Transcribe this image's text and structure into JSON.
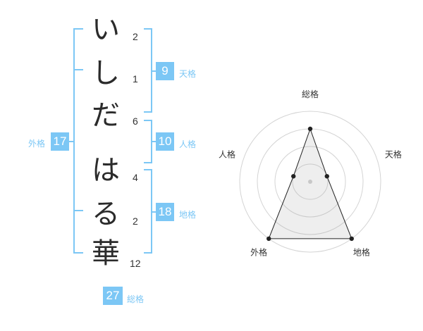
{
  "name_chars": [
    {
      "char": "い",
      "strokes": "2"
    },
    {
      "char": "し",
      "strokes": "1"
    },
    {
      "char": "だ",
      "strokes": "6"
    },
    {
      "char": "は",
      "strokes": "4"
    },
    {
      "char": "る",
      "strokes": "2"
    },
    {
      "char": "華",
      "strokes": "12"
    }
  ],
  "fortunes": {
    "tenkaku": {
      "label": "天格",
      "value": "9"
    },
    "jinkaku": {
      "label": "人格",
      "value": "10"
    },
    "chikaku": {
      "label": "地格",
      "value": "18"
    },
    "gaikaku": {
      "label": "外格",
      "value": "17"
    },
    "soukaku": {
      "label": "総格",
      "value": "27"
    }
  },
  "colors": {
    "accent": "#7cc7f5",
    "text": "#2b2b2b"
  },
  "chart_data": {
    "type": "radar",
    "axes": [
      "総格",
      "天格",
      "地格",
      "外格",
      "人格"
    ],
    "rings": 4,
    "values": [
      3,
      1,
      4,
      4,
      1
    ],
    "max": 4
  }
}
